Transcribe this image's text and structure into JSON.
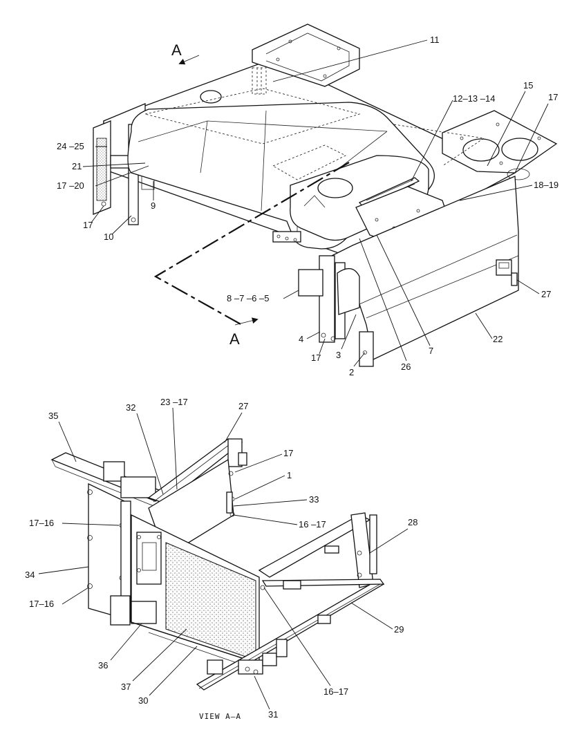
{
  "section_marker": "A",
  "view_caption": "VIEW  A–A",
  "top_callouts": [
    "11",
    "12–13 –14",
    "15",
    "17",
    "24 –25",
    "21",
    "17 –20",
    "17",
    "10",
    "9",
    "18–19",
    "8 –7 –6 –5",
    "27",
    "22",
    "4",
    "17",
    "3",
    "2",
    "26",
    "7"
  ],
  "bottom_callouts": [
    "35",
    "32",
    "23 –17",
    "27",
    "17",
    "1",
    "33",
    "16 –17",
    "17–16",
    "28",
    "34",
    "17–16",
    "29",
    "36",
    "37",
    "30",
    "16–17",
    "31"
  ],
  "icons": [
    "section-arrow-icon",
    "dotted-panel-texture"
  ]
}
